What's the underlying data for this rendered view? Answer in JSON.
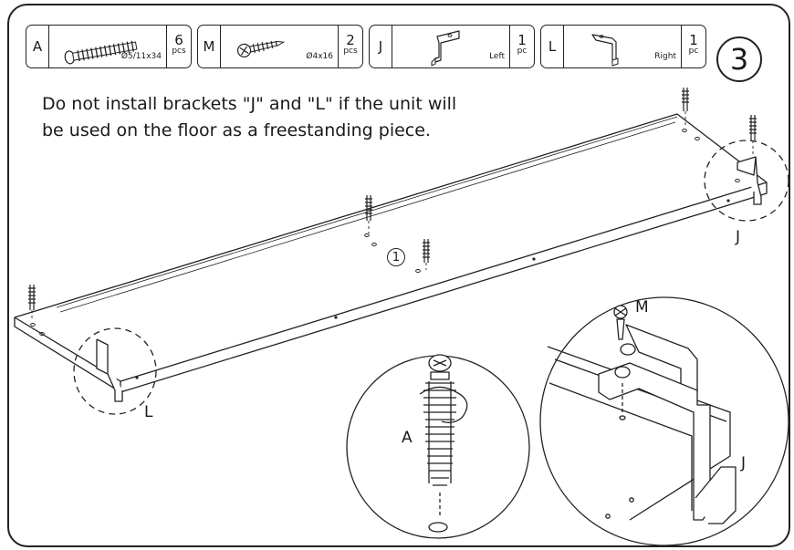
{
  "step_number": "3",
  "parts": [
    {
      "code": "A",
      "size": "Ø5/11x34",
      "qty": "6",
      "unit": "pcs",
      "icon": "cam-bolt-icon"
    },
    {
      "code": "M",
      "size": "Ø4x16",
      "qty": "2",
      "unit": "pcs",
      "icon": "screw-icon"
    },
    {
      "code": "J",
      "size": "Left",
      "qty": "1",
      "unit": "pc",
      "icon": "bracket-left-icon"
    },
    {
      "code": "L",
      "size": "Right",
      "qty": "1",
      "unit": "pc",
      "icon": "bracket-right-icon"
    }
  ],
  "instruction": {
    "line1": "Do not install brackets \"J\" and \"L\" if the unit will",
    "line2": "be used on the floor as a freestanding piece."
  },
  "callouts": {
    "sub_step": "1",
    "bracket_j": "J",
    "bracket_l": "L",
    "detail_bolt": "A",
    "detail_screw": "M",
    "detail_bracket": "J"
  }
}
